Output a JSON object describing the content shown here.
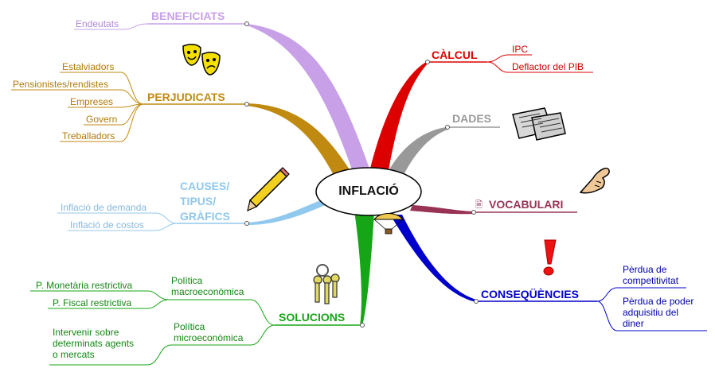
{
  "center": "INFLACIÓ",
  "colors": {
    "beneficiats": "#c8a0e8",
    "perjudicats": "#c08a10",
    "causes": "#90c8ee",
    "solucions": "#16a516",
    "calcul": "#dd0000",
    "dades": "#999999",
    "vocabulari": "#993355",
    "consequencies": "#0000cc"
  },
  "branches": {
    "beneficiats": {
      "label": "BENEFICIATS",
      "items": [
        "Endeutats"
      ]
    },
    "perjudicats": {
      "label": "PERJUDICATS",
      "items": [
        "Estalviadors",
        "Pensionistes/rendistes",
        "Empreses",
        "Govern",
        "Treballadors"
      ]
    },
    "causes": {
      "label_lines": [
        "CAUSES/",
        "TIPUS/",
        "GRÀFICS"
      ],
      "items": [
        "Inflació de demanda",
        "Inflació de costos"
      ]
    },
    "solucions": {
      "label": "SOLUCIONS",
      "groups": [
        {
          "label_lines": [
            "Política",
            "macroeconòmica"
          ],
          "items": [
            "P. Monetària restrictiva",
            "P. Fiscal restrictiva"
          ]
        },
        {
          "label_lines": [
            "Política",
            "microeconòmica"
          ],
          "items_lines": [
            [
              "Intervenir sobre",
              "determinats agents",
              "o mercats"
            ]
          ]
        }
      ]
    },
    "calcul": {
      "label": "CÀLCUL",
      "items": [
        "IPC",
        "Deflactor del PIB"
      ]
    },
    "dades": {
      "label": "DADES"
    },
    "vocabulari": {
      "label": "VOCABULARI",
      "icon": "document-icon"
    },
    "consequencies": {
      "label": "CONSEQÜÈNCIES",
      "items_lines": [
        [
          "Pèrdua de",
          "competitivitat"
        ],
        [
          "Pèrdua de poder",
          "adquisitiu del",
          "diner"
        ]
      ]
    }
  },
  "icons": [
    "theater-masks-icon",
    "newspaper-icon",
    "pencil-icon",
    "pointing-hand-icon",
    "exclamation-icon",
    "keys-icon",
    "parachute-icon"
  ]
}
